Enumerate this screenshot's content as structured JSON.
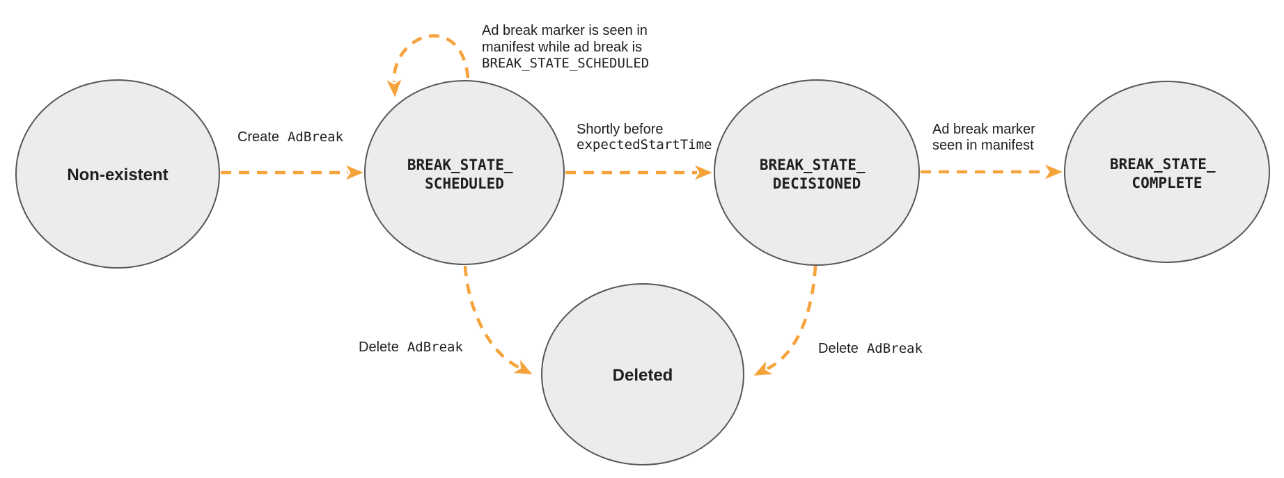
{
  "diagram_type": "state-machine",
  "states": {
    "non_existent": {
      "label": "Non-existent"
    },
    "break_state_scheduled": {
      "line1": "BREAK_STATE_",
      "line2": "SCHEDULED"
    },
    "break_state_decisioned": {
      "line1": "BREAK_STATE_",
      "line2": "DECISIONED"
    },
    "break_state_complete": {
      "line1": "BREAK_STATE_",
      "line2": "COMPLETE"
    },
    "deleted": {
      "label": "Deleted"
    }
  },
  "transitions": {
    "create_ad_break": {
      "text": "Create",
      "code": "AdBreak"
    },
    "marker_seen_while_scheduled": {
      "line1": "Ad break marker is seen in",
      "line2": "manifest while ad break is",
      "line3_code": "BREAK_STATE_SCHEDULED"
    },
    "shortly_before_start": {
      "line1": "Shortly before",
      "line2_code": "expectedStartTime"
    },
    "marker_seen_in_manifest": {
      "line1": "Ad break marker",
      "line2": "seen in manifest"
    },
    "delete_from_scheduled": {
      "text": "Delete",
      "code": "AdBreak"
    },
    "delete_from_decisioned": {
      "text": "Delete",
      "code": "AdBreak"
    }
  },
  "colors": {
    "arrow_orange": "#f6a33c",
    "state_fill": "#ececec",
    "state_border": "#56575b",
    "text": "#1d1e20",
    "background": "#ffffff"
  }
}
